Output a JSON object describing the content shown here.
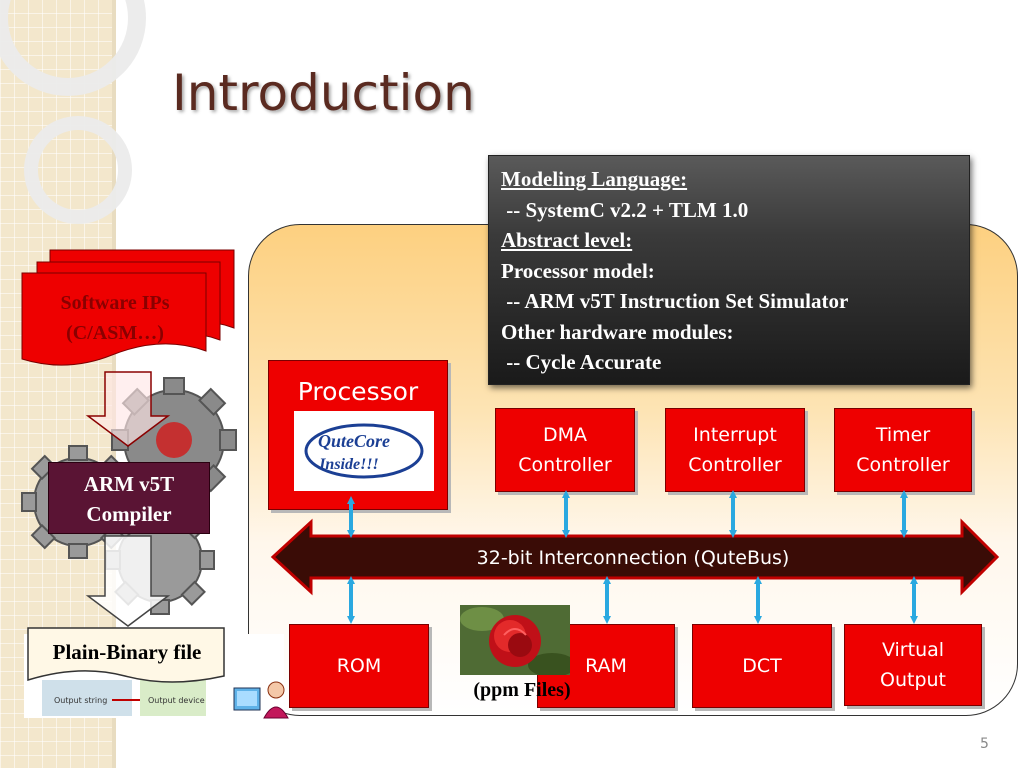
{
  "slide": {
    "title": "Introduction",
    "page_number": "5"
  },
  "info": {
    "lines": [
      {
        "text": "Modeling Language:",
        "underline": true
      },
      {
        "text": " -- SystemC v2.2 + TLM 1.0",
        "underline": false
      },
      {
        "text": "Abstract level:",
        "underline": true
      },
      {
        "text": "Processor model:",
        "underline": false
      },
      {
        "text": " -- ARM v5T Instruction Set Simulator",
        "underline": false
      },
      {
        "text": "Other hardware modules:",
        "underline": false
      },
      {
        "text": " -- Cycle Accurate",
        "underline": false
      }
    ]
  },
  "software": {
    "label_line1": "Software IPs",
    "label_line2": "(C/ASM…)"
  },
  "compiler": {
    "label_line1": "ARM v5T",
    "label_line2": "Compiler"
  },
  "binary": {
    "label": "Plain-Binary file"
  },
  "thumbnail": {
    "output_string": "Output string",
    "output_device": "Output device"
  },
  "processor": {
    "label": "Processor",
    "logo_line1": "QuteCore",
    "logo_line2": "Inside!!!"
  },
  "top_modules": [
    {
      "line1": "DMA",
      "line2": "Controller"
    },
    {
      "line1": "Interrupt",
      "line2": "Controller"
    },
    {
      "line1": "Timer",
      "line2": "Controller"
    }
  ],
  "bus": {
    "label": "32-bit Interconnection (QuteBus)"
  },
  "bottom_modules": [
    {
      "line1": "ROM",
      "line2": ""
    },
    {
      "line1": "RAM",
      "line2": ""
    },
    {
      "line1": "DCT",
      "line2": ""
    },
    {
      "line1": "Virtual",
      "line2": "Output"
    }
  ],
  "ppm": {
    "label": "(ppm Files)"
  },
  "colors": {
    "module_red": "#ee0000",
    "bus_fill": "#3a0c06",
    "arrow_blue": "#2aa8e0",
    "title": "#5a2a20"
  }
}
